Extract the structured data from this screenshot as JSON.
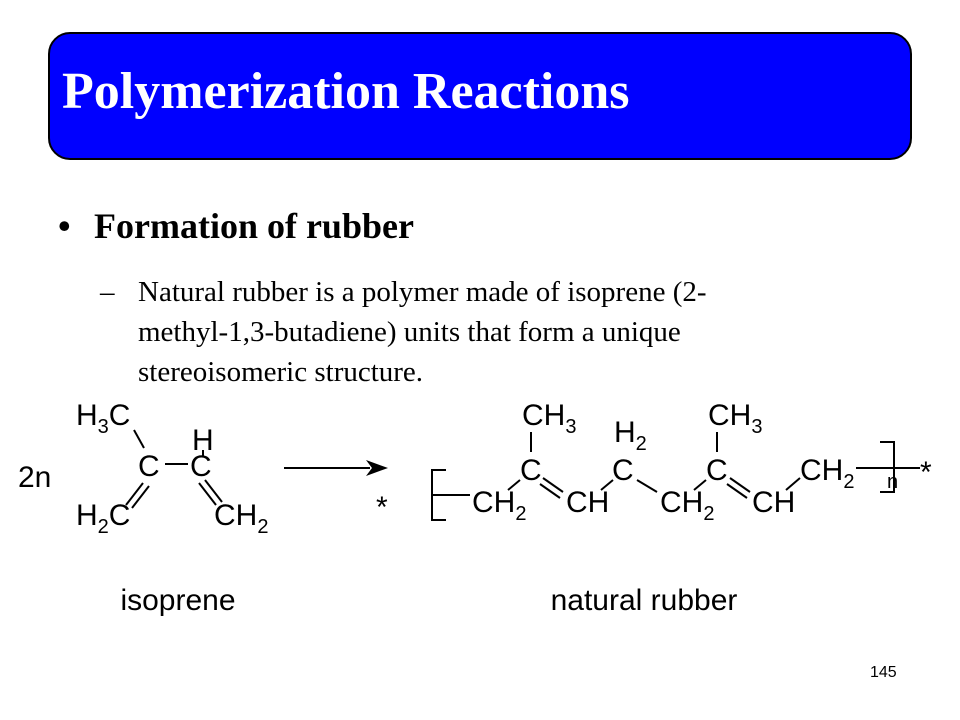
{
  "slide": {
    "title": "Polymerization Reactions",
    "bullet_marker": "•",
    "bullet": "Formation of rubber",
    "sub_marker": "–",
    "sub_lines": [
      "Natural rubber is a polymer made of isoprene (2-",
      "methyl-1,3-butadiene) units that form a unique",
      "stereoisomeric structure."
    ],
    "page_number": "145",
    "colors": {
      "title_background": "#0000ff",
      "title_text": "#ffffff"
    }
  },
  "scheme": {
    "coefficient": "2n",
    "isoprene_label": "isoprene",
    "product_label": "natural rubber",
    "end_group": "*",
    "repeat_subscript": "n",
    "atoms": {
      "h3c_top": "H3C",
      "c_left": "C",
      "dash": "—",
      "c_right": "C",
      "h_top": "H",
      "h2c_bottom": "H2C",
      "ch2_bottom": "CH2",
      "p_ch3_a": "CH3",
      "p_h2": "H2",
      "p_ch3_b": "CH3",
      "p_c1": "C",
      "p_c2": "C",
      "p_c3": "C",
      "p_ch2_a": "CH2",
      "p_ch_a": "CH",
      "p_ch2_b": "CH2",
      "p_ch_b": "CH",
      "p_ch2_end": "CH2"
    }
  }
}
